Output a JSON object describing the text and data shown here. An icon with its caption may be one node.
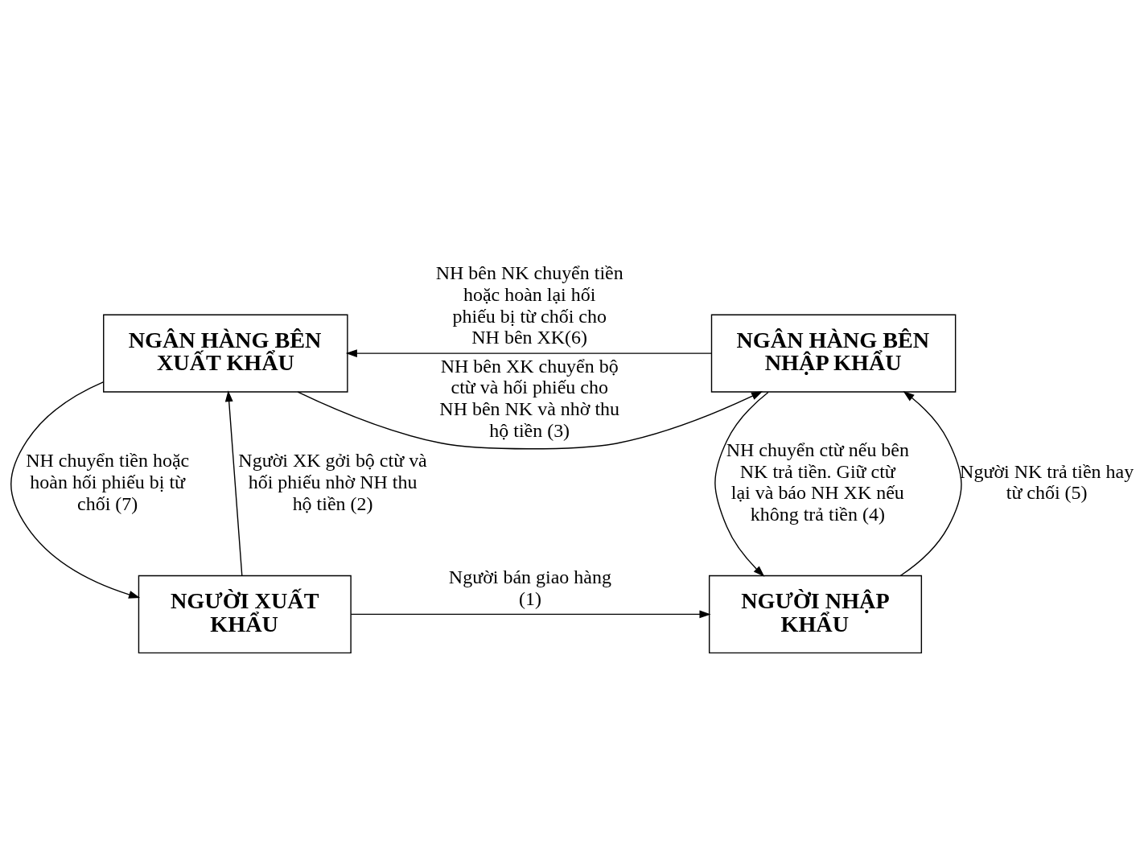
{
  "diagram": {
    "nodes": [
      {
        "text": [
          "NGÂN HÀNG BÊN XUẤT KHẨU"
        ]
      },
      {
        "text": [
          "NGÂN HÀNG BÊN NHẬP KHẨU"
        ]
      },
      {
        "text": [
          "NGƯỜI XUẤT KHẨU"
        ]
      },
      {
        "text": [
          "NGƯỜI NHẬP KHẨU"
        ]
      }
    ],
    "edges": [
      {
        "from": 2,
        "to": 3,
        "arrow": "to",
        "label": "Người bán giao hàng (1)"
      },
      {
        "from": 2,
        "to": 0,
        "arrow": "to",
        "label": "Người XK gởi bộ ctừ và hối phiếu nhờ NH thu hộ tiền (2)"
      },
      {
        "from": 0,
        "to": 1,
        "arrow": "to",
        "label": "NH bên XK chuyển bộ ctừ và hối phiếu cho NH bên NK và nhờ thu hộ tiền (3)"
      },
      {
        "from": 1,
        "to": 3,
        "arrow": "to",
        "label": "NH chuyển ctừ nếu bên NK trả tiền. Giữ ctừ lại và báo NH XK nếu không trả tiền (4)"
      },
      {
        "from": 3,
        "to": 1,
        "arrow": "to",
        "label": "Người NK trả tiền hay từ chối (5)"
      },
      {
        "from": 1,
        "to": 0,
        "arrow": "to",
        "label": "NH bên NK chuyển tiền hoặc hoàn lại hối phiếu bị từ chối cho NH bên XK(6)"
      },
      {
        "from": 0,
        "to": 2,
        "arrow": "to",
        "label": "NH chuyển tiền hoặc hoàn hối phiếu bị từ chối (7)"
      }
    ]
  }
}
